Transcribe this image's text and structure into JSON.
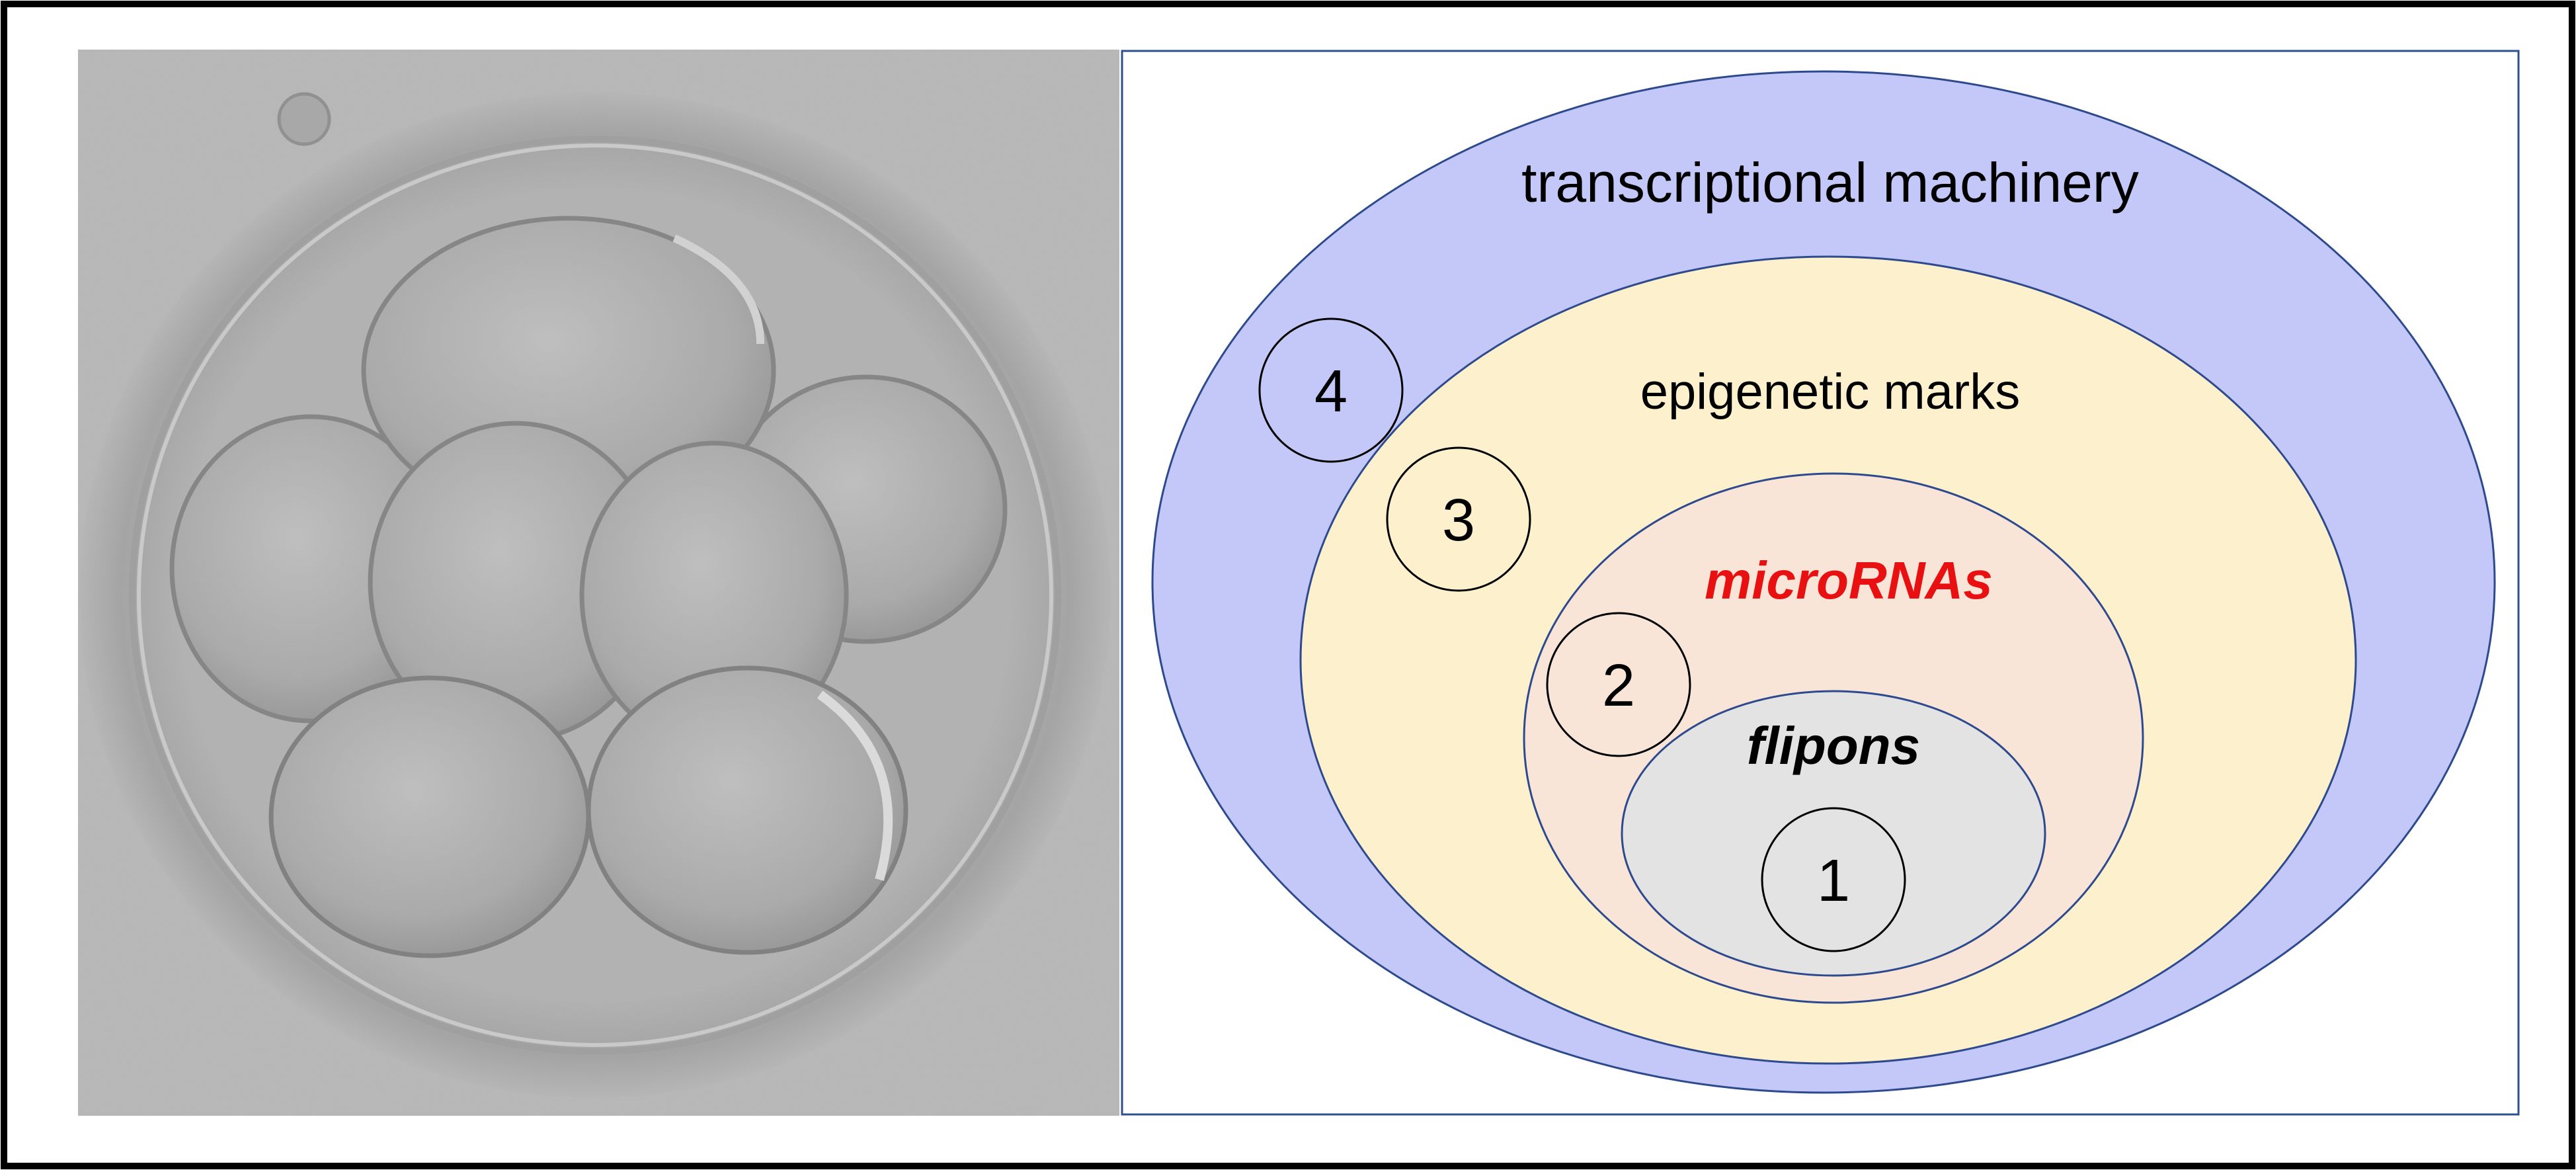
{
  "colors": {
    "outer_border": "#000000",
    "panel_border": "#2f4f8f",
    "ellipse_stroke": "#2e4a8e",
    "transcriptional_fill": "#c4c8f8",
    "epigenetic_fill": "#fdf0cc",
    "microrna_fill": "#f9e4d8",
    "flipon_fill": "#e3e3e3",
    "microrna_text": "#e81010",
    "text": "#000000",
    "micrograph_background": "#b9b9b9"
  },
  "photo": {
    "subject": "embryo-micrograph"
  },
  "diagram": {
    "layers": [
      {
        "id": "transcriptional",
        "label": "transcriptional machinery",
        "italic": false,
        "bold": false
      },
      {
        "id": "epigenetic",
        "label": "epigenetic marks",
        "italic": false,
        "bold": false
      },
      {
        "id": "microrna",
        "label": "microRNAs",
        "italic": true,
        "bold": true
      },
      {
        "id": "flipon",
        "label": "flipons",
        "italic": true,
        "bold": true
      }
    ],
    "markers": [
      {
        "id": "marker-4",
        "label": "4"
      },
      {
        "id": "marker-3",
        "label": "3"
      },
      {
        "id": "marker-2",
        "label": "2"
      },
      {
        "id": "marker-1",
        "label": "1"
      }
    ]
  }
}
